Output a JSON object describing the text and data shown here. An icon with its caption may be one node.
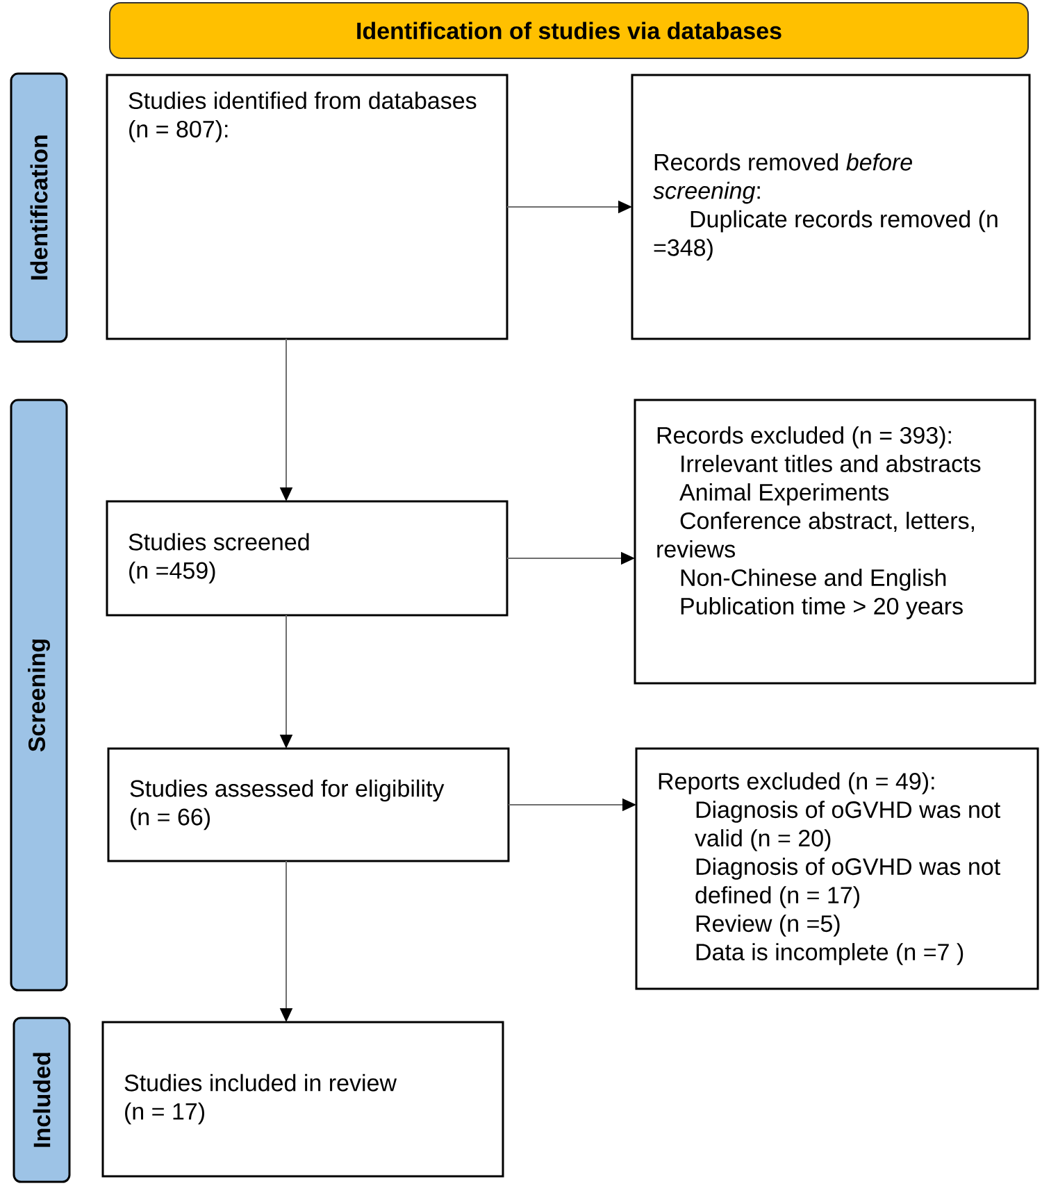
{
  "diagram": {
    "nodes": [
      {
        "text": [
          "Identification of studies via databases"
        ]
      },
      {
        "text": [
          "Identification"
        ]
      },
      {
        "text": [
          "Studies identified from databases (n = 807):"
        ]
      },
      {
        "text": [
          "Records removed *before screening*:",
          "Duplicate records removed (n =348)"
        ]
      },
      {
        "text": [
          "Screening"
        ]
      },
      {
        "text": [
          "Studies screened",
          "(n =459)"
        ]
      },
      {
        "text": [
          "Records excluded (n = 393):",
          "Irrelevant titles and abstracts",
          "Animal Experiments",
          "Conference abstract, letters, reviews",
          "Non-Chinese and English",
          "Publication time > 20 years"
        ]
      },
      {
        "text": [
          "Studies assessed for eligibility",
          "(n = 66)"
        ]
      },
      {
        "text": [
          "Reports excluded (n = 49):",
          "Diagnosis of oGVHD was not valid (n = 20)",
          "Diagnosis of oGVHD was not defined (n = 17)",
          "Review (n =5)",
          "Data is incomplete (n =7 )"
        ]
      },
      {
        "text": [
          "Included"
        ]
      },
      {
        "text": [
          "Studies included in review",
          "(n = 17)"
        ]
      }
    ],
    "edges": [
      {
        "from": 2,
        "to": 3,
        "arrow": "to"
      },
      {
        "from": 2,
        "to": 5,
        "arrow": "to"
      },
      {
        "from": 5,
        "to": 6,
        "arrow": "to"
      },
      {
        "from": 5,
        "to": 7,
        "arrow": "to"
      },
      {
        "from": 7,
        "to": 8,
        "arrow": "to"
      },
      {
        "from": 7,
        "to": 10,
        "arrow": "to"
      }
    ]
  }
}
